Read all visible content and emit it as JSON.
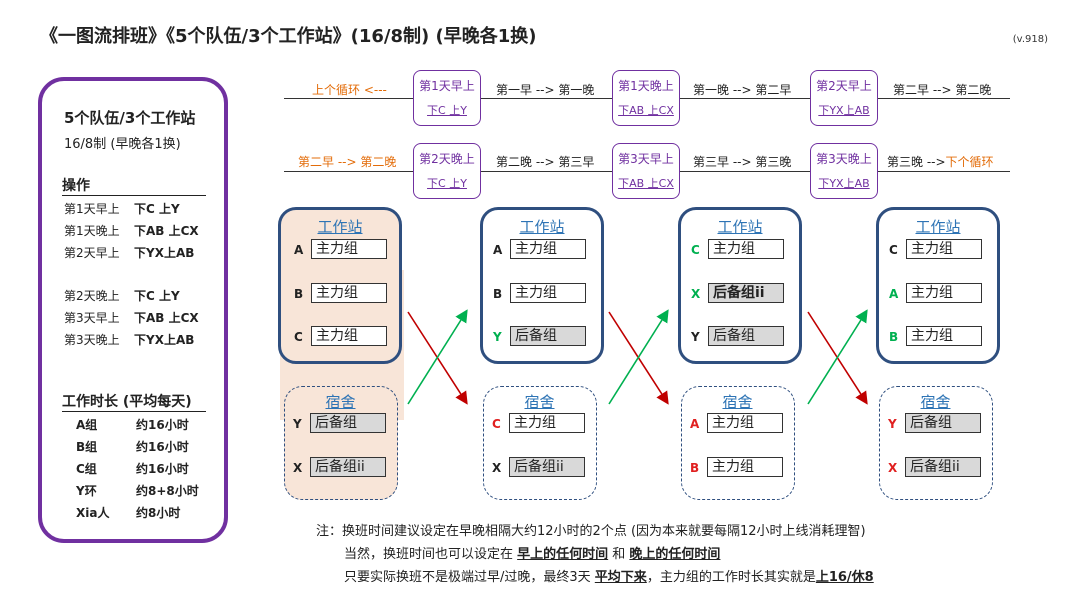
{
  "title": "《一图流排班》《5个队伍/3个工作站》(16/8制) (早晚各1换)",
  "version": "(v.918)",
  "panel": {
    "title": "5个队伍/3个工作站",
    "subtitle": "16/8制 (早晚各1换)",
    "ops_header": "操作",
    "ops": [
      {
        "when": "第1天早上",
        "act": "下C 上Y"
      },
      {
        "when": "第1天晚上",
        "act": "下AB 上CX"
      },
      {
        "when": "第2天早上",
        "act": "下YX上AB"
      },
      {
        "when": "第2天晚上",
        "act": "下C 上Y"
      },
      {
        "when": "第3天早上",
        "act": "下AB 上CX"
      },
      {
        "when": "第3天晚上",
        "act": "下YX上AB"
      }
    ],
    "hours_header": "工作时长 (平均每天)",
    "hours": [
      {
        "team": "A组",
        "val": "约16小时"
      },
      {
        "team": "B组",
        "val": "约16小时"
      },
      {
        "team": "C组",
        "val": "约16小时"
      },
      {
        "team": "Y环",
        "val": "约8+8小时"
      },
      {
        "team": "Xia人",
        "val": "约8小时"
      }
    ]
  },
  "timeline1": {
    "start": "上个循环 <---",
    "mid1": "第一早 --> 第一晚",
    "mid2": "第一晚 --> 第二早",
    "end": "第二早 --> 第二晚",
    "boxes": [
      {
        "title": "第1天早上",
        "detail": "下C 上Y"
      },
      {
        "title": "第1天晚上",
        "detail": "下AB 上CX"
      },
      {
        "title": "第2天早上",
        "detail": "下YX上AB"
      }
    ]
  },
  "timeline2": {
    "start": "第二早 --> 第二晚",
    "mid1": "第二晚 --> 第三早",
    "mid2": "第三早 --> 第三晚",
    "end_a": "第三晚 -->",
    "end_b": "下个循环",
    "boxes": [
      {
        "title": "第2天晚上",
        "detail": "下C 上Y"
      },
      {
        "title": "第3天早上",
        "detail": "下AB 上CX"
      },
      {
        "title": "第3天晚上",
        "detail": "下YX上AB"
      }
    ]
  },
  "station_header": "工作站",
  "dorm_header": "宿舍",
  "stages": [
    {
      "station": [
        {
          "l": "A",
          "g": "主力组"
        },
        {
          "l": "B",
          "g": "主力组"
        },
        {
          "l": "C",
          "g": "主力组"
        }
      ],
      "dorm": [
        {
          "l": "Y",
          "g": "后备组"
        },
        {
          "l": "X",
          "g": "后备组ii"
        }
      ]
    },
    {
      "station": [
        {
          "l": "A",
          "g": "主力组"
        },
        {
          "l": "B",
          "g": "主力组"
        },
        {
          "l": "Y",
          "g": "后备组"
        }
      ],
      "dorm": [
        {
          "l": "C",
          "g": "主力组"
        },
        {
          "l": "X",
          "g": "后备组ii"
        }
      ]
    },
    {
      "station": [
        {
          "l": "C",
          "g": "主力组"
        },
        {
          "l": "X",
          "g": "后备组ii"
        },
        {
          "l": "Y",
          "g": "后备组"
        }
      ],
      "dorm": [
        {
          "l": "A",
          "g": "主力组"
        },
        {
          "l": "B",
          "g": "主力组"
        }
      ]
    },
    {
      "station": [
        {
          "l": "C",
          "g": "主力组"
        },
        {
          "l": "A",
          "g": "主力组"
        },
        {
          "l": "B",
          "g": "主力组"
        }
      ],
      "dorm": [
        {
          "l": "Y",
          "g": "后备组"
        },
        {
          "l": "X",
          "g": "后备组ii"
        }
      ]
    }
  ],
  "notes": {
    "line1": "注：换班时间建议设定在早晚相隔大约12小时的2个点 (因为本来就要每隔12小时上线消耗理智)",
    "line2_a": "当然，换班时间也可以设定在 ",
    "line2_b": "早上的任何时间",
    "line2_c": " 和 ",
    "line2_d": "晚上的任何时间",
    "line3_a": "只要实际换班不是极端过早/过晚，最终3天 ",
    "line3_b": "平均下来",
    "line3_c": "，主力组的工作时长其实就是",
    "line3_d": "上16/休8"
  },
  "colors": {
    "purple": "#7030a0",
    "navy": "#2f4f7f",
    "link_blue": "#2e74b5",
    "orange": "#e36c09",
    "red_arrow": "#c00000",
    "green_arrow": "#00b050",
    "shade": "#f8e5d8"
  }
}
